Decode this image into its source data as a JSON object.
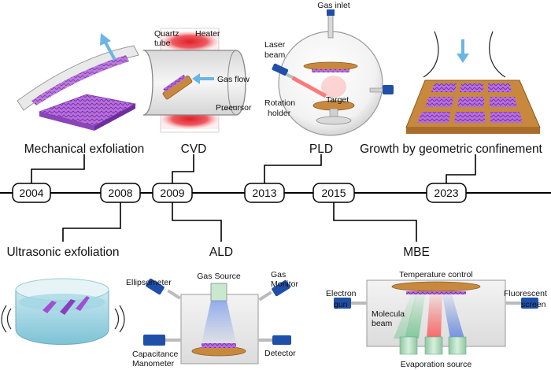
{
  "timeline": {
    "years": [
      "2004",
      "2008",
      "2009",
      "2013",
      "2015",
      "2023"
    ]
  },
  "methods": {
    "mechanical_exfoliation": "Mechanical exfoliation",
    "cvd": "CVD",
    "pld": "PLD",
    "geometric_confinement": "Growth by geometric confinement",
    "ultrasonic_exfoliation": "Ultrasonic exfoliation",
    "ald": "ALD",
    "mbe": "MBE"
  },
  "labels": {
    "cvd": {
      "quartz_tube": [
        "Quartz",
        "tube"
      ],
      "heater": "Heater",
      "gas_flow": "Gas flow",
      "precursor": "Precursor"
    },
    "pld": {
      "gas_inlet": "Gas inlet",
      "laser_beam": [
        "Laser",
        "beam"
      ],
      "target": "Target",
      "rotation_holder": [
        "Rotation",
        "holder"
      ]
    },
    "ald": {
      "ellipsometer": "Ellipsometer",
      "gas_source": "Gas Source",
      "gas_monitor": [
        "Gas",
        "Monitor"
      ],
      "capacitance_manometer": [
        "Capacitance",
        "Manometer"
      ],
      "detector": "Detector"
    },
    "mbe": {
      "temperature_control": "Temperature control",
      "electron_gun": [
        "Electron",
        "gun"
      ],
      "molecular_beam": [
        "Molecula",
        "beam"
      ],
      "fluorescent_screen": [
        "Fluorescent",
        "screen"
      ],
      "evaporation_source": "Evaporation source"
    }
  },
  "colors": {
    "timeline": "#000000",
    "arrow_blue": "#6bb5e6",
    "flake_purple": "#a04fd0",
    "substrate_tan": "#c8893e",
    "heater_red": "#e0202a",
    "laser_red": "#ff5a5a",
    "device_blue": "#1f4fa8",
    "water_blue": "#8fd0dd"
  }
}
